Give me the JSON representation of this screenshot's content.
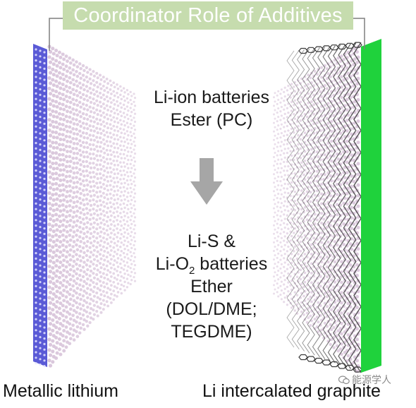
{
  "banner": {
    "title": "Coordinator Role of Additives"
  },
  "top_text": {
    "lines": [
      "Li-ion batteries",
      "Ester (PC)"
    ]
  },
  "bottom_text": {
    "line1": "Li-S &",
    "line2_main": "Li-O",
    "line2_sub": "2",
    "line2_rest": " batteries",
    "line3": "Ether",
    "line4": "(DOL/DME;",
    "line5": "TEGDME)"
  },
  "captions": {
    "left": "Metallic lithium",
    "right": "Li intercalated graphite"
  },
  "watermark": {
    "text": "能源学人"
  },
  "colors": {
    "banner_bg": "#c6dcae",
    "banner_text": "#ffffff",
    "lithium_slab": "#5a5ad6",
    "graphite_slab": "#1fd23c",
    "arrow": "#a6a6a6",
    "molecule_dot": "#d8c4da",
    "hexagon_lines": "#3a3a3a"
  }
}
